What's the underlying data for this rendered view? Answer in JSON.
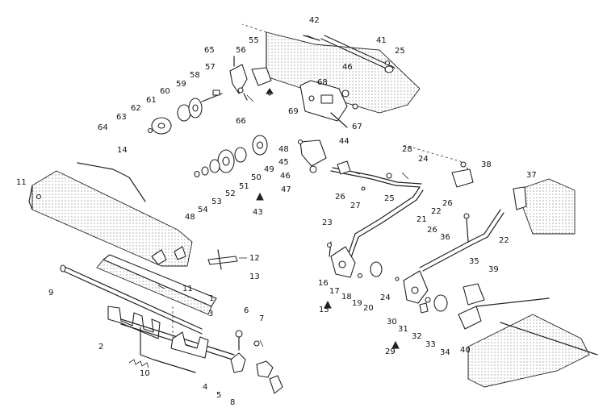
{
  "labels": [
    {
      "id": "1",
      "text": "1"
    },
    {
      "id": "2",
      "text": "2"
    },
    {
      "id": "3",
      "text": "3"
    },
    {
      "id": "4",
      "text": "4"
    },
    {
      "id": "5",
      "text": "5"
    },
    {
      "id": "6",
      "text": "6"
    },
    {
      "id": "7",
      "text": "7"
    },
    {
      "id": "8",
      "text": "8"
    },
    {
      "id": "9",
      "text": "9"
    },
    {
      "id": "10",
      "text": "10"
    },
    {
      "id": "11a",
      "text": "11"
    },
    {
      "id": "11b",
      "text": "11"
    },
    {
      "id": "12",
      "text": "12"
    },
    {
      "id": "13",
      "text": "13"
    },
    {
      "id": "14",
      "text": "14"
    },
    {
      "id": "15",
      "text": "15"
    },
    {
      "id": "16",
      "text": "16"
    },
    {
      "id": "17",
      "text": "17"
    },
    {
      "id": "18",
      "text": "18"
    },
    {
      "id": "19",
      "text": "19"
    },
    {
      "id": "20",
      "text": "20"
    },
    {
      "id": "21",
      "text": "21"
    },
    {
      "id": "22a",
      "text": "22"
    },
    {
      "id": "22b",
      "text": "22"
    },
    {
      "id": "23",
      "text": "23"
    },
    {
      "id": "24a",
      "text": "24"
    },
    {
      "id": "24b",
      "text": "24"
    },
    {
      "id": "25a",
      "text": "25"
    },
    {
      "id": "25b",
      "text": "25"
    },
    {
      "id": "26a",
      "text": "26"
    },
    {
      "id": "26b",
      "text": "26"
    },
    {
      "id": "26c",
      "text": "26"
    },
    {
      "id": "27",
      "text": "27"
    },
    {
      "id": "28",
      "text": "28"
    },
    {
      "id": "29",
      "text": "29"
    },
    {
      "id": "30",
      "text": "30"
    },
    {
      "id": "31",
      "text": "31"
    },
    {
      "id": "32",
      "text": "32"
    },
    {
      "id": "33",
      "text": "33"
    },
    {
      "id": "34",
      "text": "34"
    },
    {
      "id": "35",
      "text": "35"
    },
    {
      "id": "36",
      "text": "36"
    },
    {
      "id": "37",
      "text": "37"
    },
    {
      "id": "38",
      "text": "38"
    },
    {
      "id": "39",
      "text": "39"
    },
    {
      "id": "40",
      "text": "40"
    },
    {
      "id": "41",
      "text": "41"
    },
    {
      "id": "42",
      "text": "42"
    },
    {
      "id": "43",
      "text": "43"
    },
    {
      "id": "44",
      "text": "44"
    },
    {
      "id": "45",
      "text": "45"
    },
    {
      "id": "46a",
      "text": "46"
    },
    {
      "id": "46b",
      "text": "46"
    },
    {
      "id": "47",
      "text": "47"
    },
    {
      "id": "48a",
      "text": "48"
    },
    {
      "id": "48b",
      "text": "48"
    },
    {
      "id": "49",
      "text": "49"
    },
    {
      "id": "50",
      "text": "50"
    },
    {
      "id": "51",
      "text": "51"
    },
    {
      "id": "52",
      "text": "52"
    },
    {
      "id": "53",
      "text": "53"
    },
    {
      "id": "54",
      "text": "54"
    },
    {
      "id": "55",
      "text": "55"
    },
    {
      "id": "56",
      "text": "56"
    },
    {
      "id": "57",
      "text": "57"
    },
    {
      "id": "58",
      "text": "58"
    },
    {
      "id": "59",
      "text": "59"
    },
    {
      "id": "60",
      "text": "60"
    },
    {
      "id": "61",
      "text": "61"
    },
    {
      "id": "62",
      "text": "62"
    },
    {
      "id": "63",
      "text": "63"
    },
    {
      "id": "64",
      "text": "64"
    },
    {
      "id": "65",
      "text": "65"
    },
    {
      "id": "66",
      "text": "66"
    },
    {
      "id": "67",
      "text": "67"
    },
    {
      "id": "68",
      "text": "68"
    },
    {
      "id": "69",
      "text": "69"
    }
  ]
}
